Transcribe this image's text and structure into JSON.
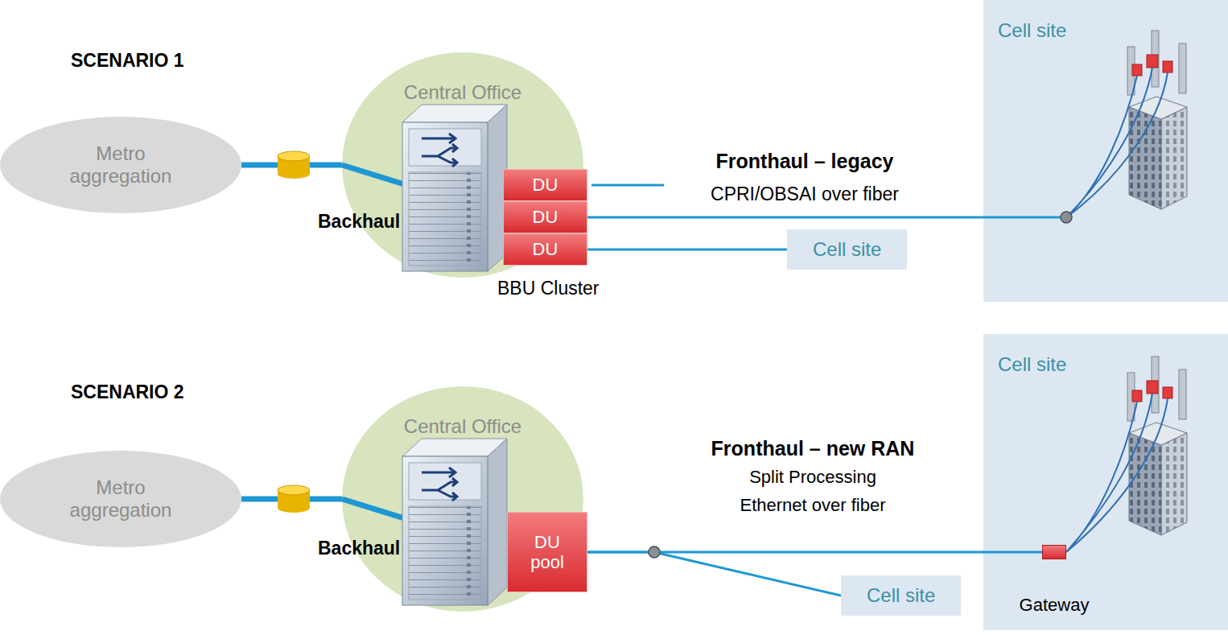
{
  "diagram": {
    "nodes": [
      {
        "text": [
          "Metro aggregation"
        ]
      },
      {
        "text": [
          "Central Office"
        ]
      },
      {
        "text": [
          "DU"
        ],
        "in": 1
      },
      {
        "text": [
          "DU"
        ],
        "in": 1
      },
      {
        "text": [
          "DU"
        ],
        "in": 1
      },
      {
        "text": [
          "Cell site"
        ]
      },
      {
        "text": [
          "Cell site"
        ]
      },
      {
        "text": [
          "Metro aggregation"
        ]
      },
      {
        "text": [
          "Central Office"
        ]
      },
      {
        "text": [
          "DU pool"
        ],
        "in": 8
      },
      {
        "text": [
          "Cell site"
        ]
      },
      {
        "text": [
          "Cell site"
        ]
      },
      {
        "text": [
          "Gateway"
        ],
        "in": 10
      }
    ],
    "edges": [
      {
        "from": 0,
        "to": 1,
        "arrow": "none",
        "label": "Backhaul"
      },
      {
        "from": 3,
        "to": 5,
        "arrow": "none",
        "label": "Fronthaul – legacy"
      },
      {
        "from": 4,
        "to": 6,
        "arrow": "none"
      },
      {
        "from": 7,
        "to": 8,
        "arrow": "none",
        "label": "Backhaul"
      },
      {
        "from": 9,
        "to": 12,
        "arrow": "none",
        "label": "Fronthaul – new RAN"
      },
      {
        "from": 9,
        "to": 11,
        "arrow": "none"
      }
    ],
    "labels": [
      "SCENARIO 1",
      "BBU Cluster",
      "CPRI/OBSAI over fiber",
      "SCENARIO 2",
      "Split Processing",
      "Ethernet over fiber"
    ]
  }
}
